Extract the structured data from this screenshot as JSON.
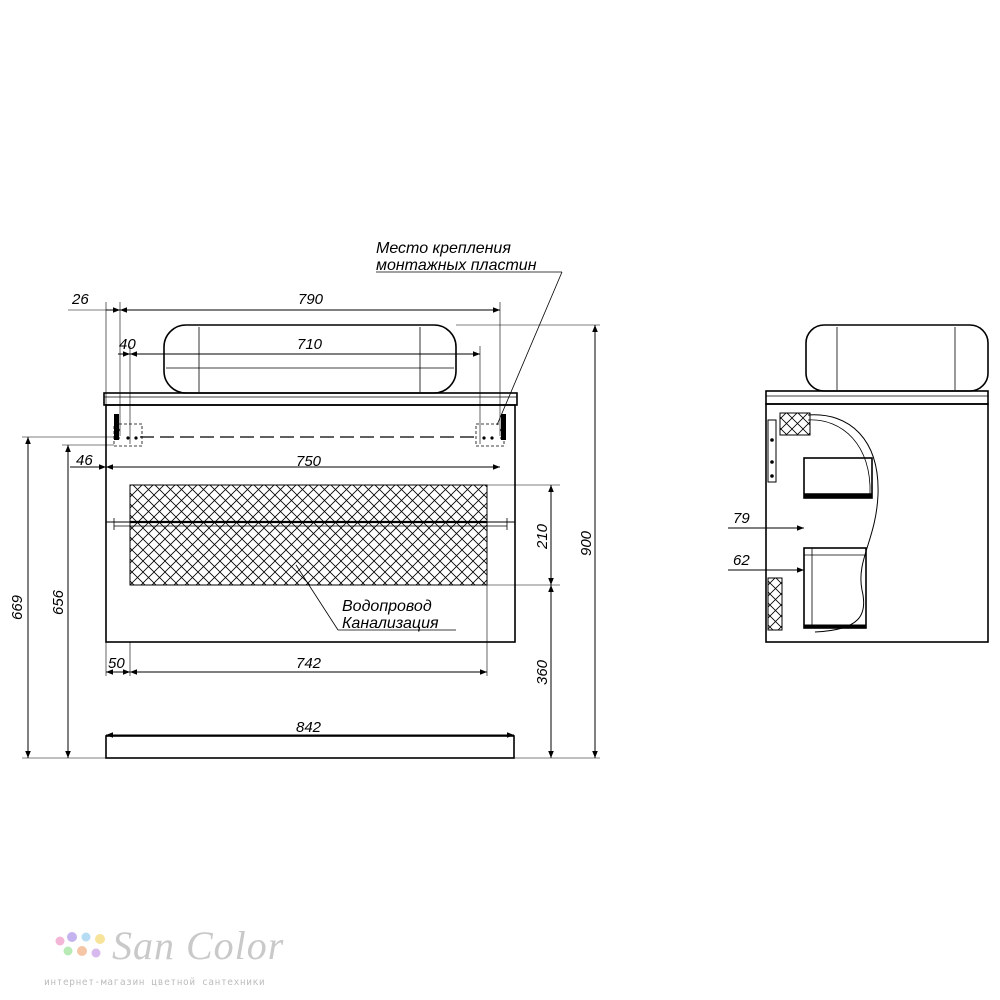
{
  "front_view": {
    "dims": {
      "d26": "26",
      "d790": "790",
      "d40": "40",
      "d710": "710",
      "d46": "46",
      "d750": "750",
      "d210": "210",
      "d900": "900",
      "d669": "669",
      "d656": "656",
      "d50": "50",
      "d742": "742",
      "d360": "360",
      "d842": "842"
    },
    "mount_note": [
      "Место крепления",
      "монтажных пластин"
    ],
    "utility_note": [
      "Водопровод",
      "Канализация"
    ]
  },
  "side_view": {
    "dims": {
      "d79": "79",
      "d62": "62"
    }
  },
  "logo": {
    "name": "SanColor",
    "name_display": "San Color",
    "tagline": "интернет-магазин цветной сантехники",
    "dot_colors": [
      "#f4b6d6",
      "#c5b3f0",
      "#b6dcf4",
      "#f7e39a",
      "#b8eab5",
      "#f4c6a6",
      "#d8b9ee"
    ]
  }
}
